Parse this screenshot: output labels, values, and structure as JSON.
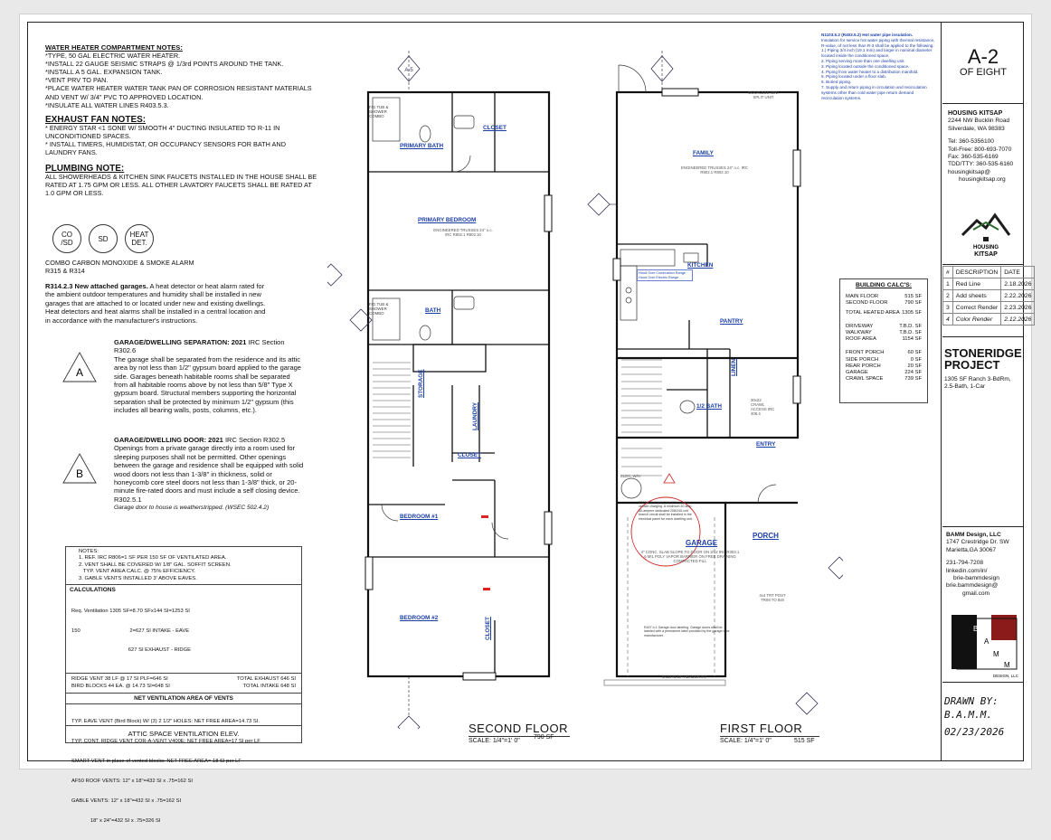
{
  "water_heater": {
    "title": "WATER HEATER COMPARTMENT NOTES:",
    "lines": [
      "*TYPE, 50 GAL ELECTRIC WATER HEATER.",
      "*INSTALL 22 GAUGE SEISMIC STRAPS @ 1/3rd POINTS AROUND THE TANK.",
      "*INSTALL A 5 GAL. EXPANSION TANK.",
      "*VENT PRV TO PAN.",
      "*PLACE WATER HEATER WATER TANK PAN OF CORROSION RESISTANT MATERIALS",
      "AND VENT W/ 3/4\" PVC TO APPROVED LOCATION.",
      "*INSULATE ALL WATER LINES R403.5.3."
    ]
  },
  "exhaust": {
    "title": "EXHAUST FAN NOTES:",
    "lines": [
      "* ENERGY STAR <1 SONE W/ SMOOTH 4\" DUCTING INSULATED TO R-11 IN",
      "UNCONDITIONED SPACES.",
      "* INSTALL TIMERS, HUMIDISTAT, OR OCCUPANCY SENSORS FOR BATH AND",
      "LAUNDRY FANS."
    ]
  },
  "plumbing": {
    "title": "PLUMBING NOTE:",
    "lines": [
      "ALL SHOWERHEADS & KITCHEN SINK FAUCETS INSTALLED IN THE HOUSE SHALL BE",
      "RATED AT 1.75 GPM OR LESS. ALL OTHER LAVATORY FAUCETS SHALL BE RATED AT",
      "1.0 GPM OR LESS."
    ]
  },
  "symbols": {
    "co": "CO\n/SD",
    "sd": "SD",
    "heat": "HEAT\nDET."
  },
  "alarm": {
    "line1": "COMBO CARBON MONOXIDE & SMOKE ALARM",
    "line2": "R315 & R314"
  },
  "r314": {
    "bold": "R314.2.3 New attached garages.",
    "text": " A heat detector or heat alarm rated for the ambient outdoor temperatures and humidity shall be installed in new garages that are attached to or located under new and existing dwellings. Heat detectors and heat alarms shall be installed in a central location and in accordance with the manufacturer's instructions."
  },
  "sep_a": {
    "letter": "A",
    "title": "GARAGE/DWELLING SEPARATION: 2021",
    "code": " IRC Section R302.6",
    "text": "The garage shall be separated from the residence and its attic area by not less than 1/2\" gypsum board applied to the garage side. Garages beneath habitable rooms shall be separated from all habitable rooms above by not less than 5/8\" Type X gypsum board. Structural members supporting the horizontal separation shall be protected by minimum 1/2\" gypsum (this includes all bearing walls, posts, columns, etc.)."
  },
  "door_b": {
    "letter": "B",
    "title": "GARAGE/DWELLING DOOR: 2021",
    "code": " IRC Section R302.5",
    "text": "Openings from a private garage directly into a room used for sleeping purposes shall not be permitted. Other openings between the garage and residence shall be equipped with solid wood doors not less than 1-3/8\" in thickness, solid or honeycomb core steel doors not less than 1-3/8\" thick, or 20-minute fire-rated doors and must include a self closing device.",
    "ref": "R302.5.1",
    "italic": "Garage door to house is weatherstripped. (WSEC 502.4.2)"
  },
  "vent_notes": {
    "title": "NOTES:",
    "lines": [
      "1. REF. IRC R806=1 SF PER 150 SF OF VENTILATED AREA.",
      "2. VENT SHALL BE COVERED W/ 1/8\" GAL. SOFFIT SCREEN.",
      "   TYP. VENT AREA CALC. @ 75% EFFICIENCY.",
      "3. GABLE VENTS INSTALLED 3' ABOVE EAVES."
    ],
    "calc_title": "CALCULATIONS",
    "calc_lines": [
      "Req. Ventilation 1305 SF=8.70 SFx144 SI=1253 SI",
      "150                                  2=627 SI INTAKE - EAVE",
      "                                       627 SI EXHAUST - RIDGE"
    ],
    "ridge": "RIDGE VENT 38 LF @ 17 SI PLF=646 SI",
    "ridge_total": "TOTAL EXHAUST 646 SI",
    "bird": "BIRD BLOCKS 44 EA. @ 14.73 SI=648 SI",
    "bird_total": "TOTAL INTAKE 648 SI",
    "net_title": "NET VENTILATION AREA OF VENTS",
    "net_lines": [
      "TYP. EAVE VENT (Bird Block) W/ (3) 2 1/2\" HOLES: NET FREE AREA=14.73 SI.",
      "TYP. CONT. RIDGE VENT COR-A-VENT V400E: NET FREE AREA=17 SI per LF",
      "SMART VENT in place of vented blocks: NET FREE AREA= 18 SI per LF",
      "AF50 ROOF VENTS: 12\" x 18\"=432 SI x .75=162 SI",
      "GABLE VENTS: 12\" x 18\"=432 SI x .75=162 SI",
      "             18\" x 24\"=432 SI x .75=326 SI"
    ],
    "footer": "ATTIC SPACE VENTILATION ELEV."
  },
  "second_floor": {
    "title": "SECOND FLOOR",
    "scale": "SCALE: 1/4\"=1' 0\"",
    "area": "790 SF",
    "rooms": {
      "primary_bath": "PRIMARY BATH",
      "closet1": "CLOSET",
      "primary_bedroom": "PRIMARY BEDROOM",
      "bath": "BATH",
      "storage": "STORAGE",
      "laundry": "LAUNDRY",
      "closet2": "CLOSET",
      "bedroom1": "BEDROOM #1",
      "bedroom2": "BEDROOM #2",
      "closet3": "CLOSET"
    },
    "trusses": "ENGINEERED TRUSSES 24\" o.c.",
    "trusses_ref": "IRC R802.1 R802.10",
    "tub": "F/G TUB & SHOWER COMBO",
    "a_tag": "A",
    "b_tag": "B"
  },
  "first_floor": {
    "title": "FIRST FLOOR",
    "scale": "SCALE: 1/4\"=1' 0\"",
    "area": "515 SF",
    "rooms": {
      "family": "FAMILY",
      "kitchen": "KITCHEN",
      "pantry": "PANTRY",
      "linen": "LINEN",
      "half_bath": "1/2 BATH",
      "entry": "ENTRY",
      "garage": "GARAGE",
      "porch": "PORCH"
    },
    "trusses": "ENGINEERED TRUSSES 24\" o.c. IRC R802.1 R802.10",
    "ductless": "DUCTLESS MINI SPLIT UNIT",
    "crawl": "30x22 CRAWL ACCESS IRC 408.4",
    "elec": "ELEC. W/H",
    "range1": "Hood Over Combustion Range",
    "range2": "Hood Over Electric Range",
    "garage_note": "4\" CONC. SLAB SLOPE TO DOOR ON 3/12 IRC R303.1 6 MIL POLY VAPOR BARRIER ON FREE DRAINING COMPACTED FILL",
    "r309": "R309.4 Dedicated circuit for electric vehicle charging. A minimum 40 amp 40-ampere dedicated 208/240-volt branch circuit shall be installed in the electrical panel for each dwelling unit.",
    "r407": "R407.4.1 Garage door labeling. Garage doors shall be labeled with a permanent label provided by the garage door manufacturer.",
    "header": "6X10 #2 DF HEADER 9'0\"",
    "porch_post": "4x4 TRT POST TRIM TO 8x8"
  },
  "water_pipe": {
    "title": "N1103.5.2 (R403.5.2) Hot water pipe insulation.",
    "text": "Insulation for service hot water piping with thermal resistance, R-value, of not less than R-3 shall be applied to the following:",
    "items": [
      "1.) Piping 3/4 inch (19.1 mm) and larger in nominal diameter located inside the conditioned space.",
      "2. Piping serving more than one dwelling unit.",
      "3. Piping located outside the conditioned space.",
      "4. Piping from water heater to a distribution manifold.",
      "5. Piping located under a floor slab.",
      "6. Buried piping.",
      "7. Supply and return piping in circulation and recirculation systems other than cold water pipe return demand recirculation systems."
    ]
  },
  "sheet": {
    "id": "A-2",
    "of": "OF EIGHT"
  },
  "client": {
    "name": "HOUSING KITSAP",
    "addr1": "2244 NW Bucklin Road",
    "addr2": "Silverdale, WA 98383",
    "tel": "Tel: 360-5356100",
    "tollfree": "Toll-Free: 800-693-7070",
    "fax": "Fax: 360-535-6169",
    "tdd": "TDD/TTY: 360-535-6160",
    "email1": "housingkitsap@",
    "email2": "housingkitsap.org",
    "logo1": "HOUSING",
    "logo2": "KITSAP"
  },
  "revisions": {
    "headers": [
      "#",
      "DESCRIPTION",
      "DATE"
    ],
    "rows": [
      [
        "1",
        "Red Line",
        "2.18.2026"
      ],
      [
        "2",
        "Add sheets",
        "2.22.2026"
      ],
      [
        "3",
        "Correct Render",
        "2.23.2026"
      ],
      [
        "4",
        "Color Render",
        "2.12.2026"
      ]
    ]
  },
  "building_calc": {
    "title": "BUILDING CALC'S:",
    "rows": [
      [
        "MAIN FLOOR",
        "515 SF"
      ],
      [
        "SECOND FLOOR",
        "790 SF"
      ],
      [
        "TOTAL HEATED AREA",
        "1305 SF"
      ],
      [
        "DRIVEWAY",
        "T.B.D. SF"
      ],
      [
        "WALKWAY",
        "T.B.D. SF"
      ],
      [
        "ROOF AREA",
        "1154 SF"
      ],
      [
        "FRONT PORCH",
        "60 SF"
      ],
      [
        "SIDE PORCH",
        "0 SF"
      ],
      [
        "REAR PORCH",
        "20 SF"
      ],
      [
        "GARAGE",
        "224 SF"
      ],
      [
        "CRAWL SPACE",
        "739 SF"
      ]
    ]
  },
  "project": {
    "name1": "STONERIDGE",
    "name2": "PROJECT",
    "desc1": "1305 SF Ranch 3-BdRm,",
    "desc2": "2.5-Bath, 1-Car"
  },
  "designer": {
    "name": "BAMM Design, LLC",
    "addr1": "1747 Crestridge Dr. SW",
    "addr2": "Marietta,GA 30067",
    "phone": "231-794-7208",
    "li1": "linkedin.com/in/",
    "li2": "brie-bammdesign",
    "email1": "brie.bammdesign@",
    "email2": "gmail.com",
    "logo_b1": "B",
    "logo_a": "A",
    "logo_m1": "M",
    "logo_m2": "M",
    "logo_sub": "DESIGN, LLC"
  },
  "drawn": {
    "label": "DRAWN BY:",
    "name": "B.A.M.M.",
    "date": "02/23/2026"
  }
}
